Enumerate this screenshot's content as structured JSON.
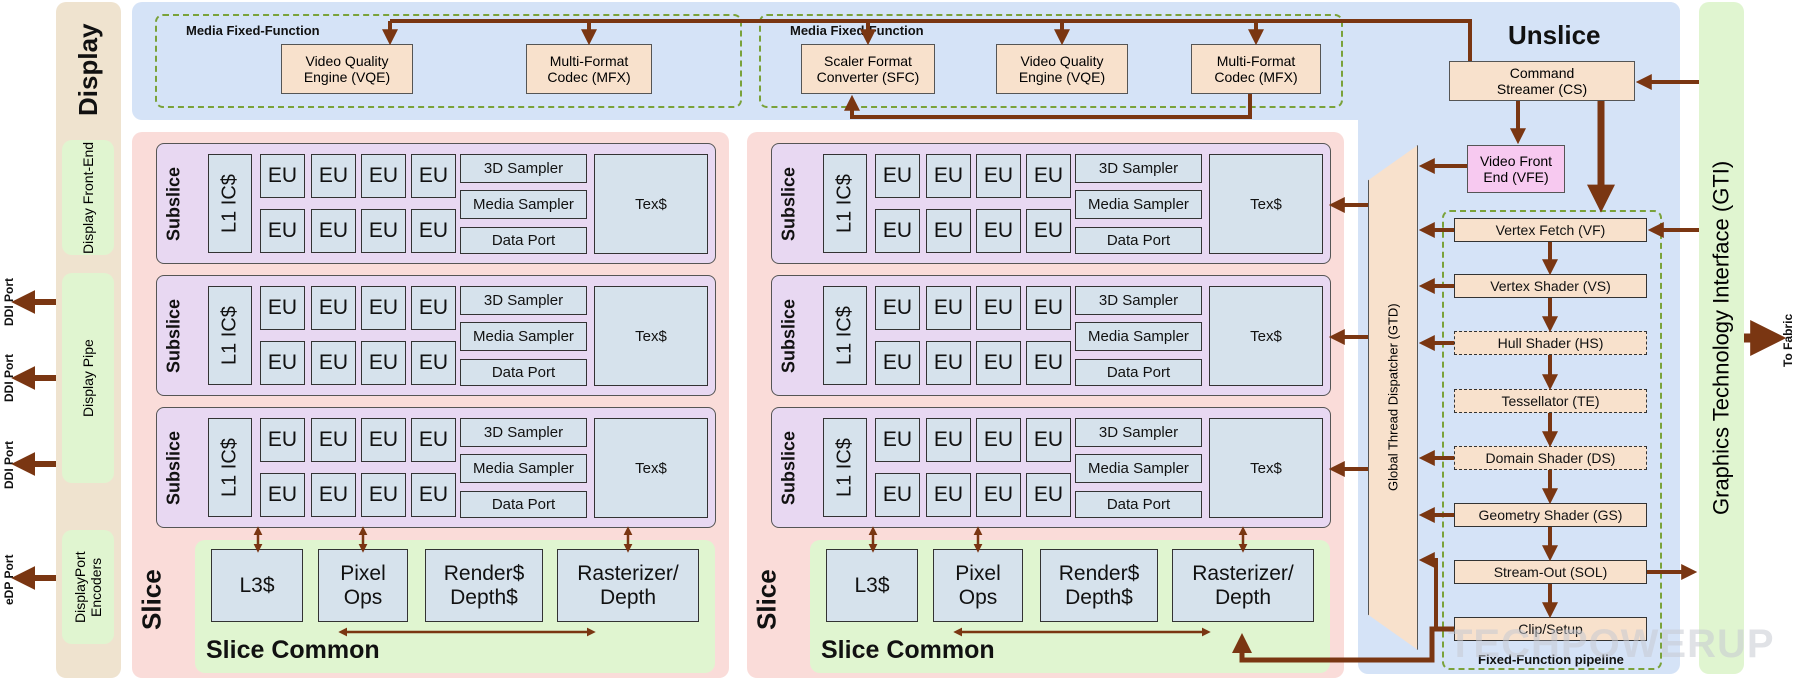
{
  "display": {
    "title": "Display",
    "front_end": "Display Front-End",
    "pipe": "Display Pipe",
    "encoders": "DisplayPort Encoders",
    "ports": [
      "DDI Port",
      "DDI Port",
      "DDI Port",
      "eDP Port"
    ]
  },
  "unslice": {
    "title": "Unslice",
    "media_left": {
      "title": "Media Fixed-Function",
      "vqe": "Video Quality Engine (VQE)",
      "mfx": "Multi-Format Codec (MFX)"
    },
    "media_right": {
      "title": "Media Fixed-Function",
      "sfc": "Scaler Format Converter (SFC)",
      "vqe": "Video Quality Engine (VQE)",
      "mfx": "Multi-Format Codec (MFX)"
    },
    "cs": "Command Streamer (CS)",
    "vfe": "Video Front End (VFE)",
    "gtd": "Global Thread Dispatcher (GTD)",
    "pipeline_title": "Fixed-Function pipeline",
    "pipeline": [
      "Vertex Fetch (VF)",
      "Vertex Shader (VS)",
      "Hull Shader (HS)",
      "Tessellator (TE)",
      "Domain Shader (DS)",
      "Geometry Shader (GS)",
      "Stream-Out (SOL)",
      "Clip/Setup"
    ]
  },
  "gti": {
    "title": "Graphics Technology Interface (GTI)",
    "fabric": "To Fabric"
  },
  "slice": {
    "label": "Slice",
    "subslice_label": "Subslice",
    "l1": "L1 IC$",
    "eu": "EU",
    "sampler3d": "3D Sampler",
    "media_sampler": "Media Sampler",
    "data_port": "Data Port",
    "tex": "Tex$",
    "common_title": "Slice Common",
    "l3": "L3$",
    "pixel_ops": "Pixel Ops",
    "render_depth": "Render$ Depth$",
    "rasterizer": "Rasterizer/ Depth"
  },
  "watermark": "TECHPOWERUP",
  "colors": {
    "slice_bg": "#fadcd9",
    "subslice_bg": "#e8d8f2",
    "unslice_bg": "#d5e3f7",
    "display_bg": "#efe3cf",
    "green_bg": "#e0f5d0",
    "arrow": "#7a3612",
    "dash": "#7aa23a"
  }
}
